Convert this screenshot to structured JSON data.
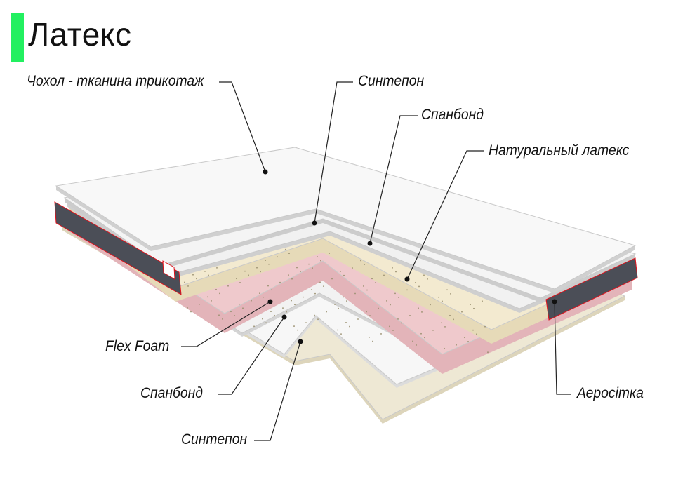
{
  "header": {
    "title": "Латекс",
    "accent_color": "#22f060"
  },
  "labels": {
    "cover": "Чохол - тканина трикотаж",
    "top_sinteppon": "Синтепон",
    "top_spunbond": "Спанбонд",
    "latex": "Натуральный латекс",
    "flex_foam": "Flex Foam",
    "bottom_spunbond": "Спанбонд",
    "bottom_sinteppon": "Синтепон",
    "aero_mesh": "Аеросітка"
  },
  "colors": {
    "latex": "#f3ead0",
    "foam": "#efc9cc",
    "mesh": "#4b4e57",
    "trim": "#e0141e",
    "base": "#eee8d4"
  }
}
